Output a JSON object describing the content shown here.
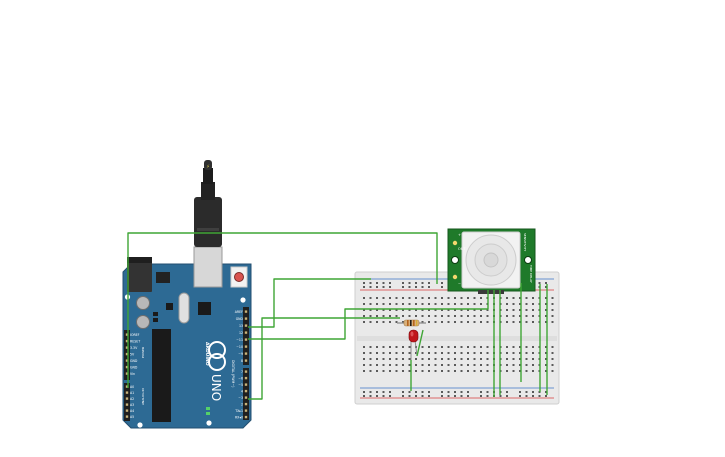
{
  "arduino": {
    "brand": "ARDUINO",
    "model": "UNO",
    "digital_label": "DIGITAL (PWM~)",
    "power_label": "POWER",
    "analog_label": "ANALOG IN",
    "top_pins": [
      "AREF",
      "GND",
      "13",
      "12",
      "~11",
      "~10",
      "~9",
      "8"
    ],
    "bottom_pins": [
      "7",
      "~6",
      "~5",
      "4",
      "~3",
      "2",
      "TX▸1",
      "RX◂0"
    ],
    "power_pins": [
      "IOREF",
      "RESET",
      "3.3V",
      "5V",
      "GND",
      "GND",
      "Vin"
    ],
    "analog_pins": [
      "A0",
      "A1",
      "A2",
      "A3",
      "A4",
      "A5"
    ]
  },
  "pir": {
    "left_labels": [
      "+",
      "OUT",
      "−"
    ],
    "right_labels": [
      "SENSITIVITY",
      "TIME DELAY"
    ]
  },
  "colors": {
    "board": "#2d6a94",
    "wire": "#3fa535",
    "pcb_green": "#1f7a2a",
    "rail_red": "#d43a3a",
    "breadboard": "#e9e9e9"
  }
}
